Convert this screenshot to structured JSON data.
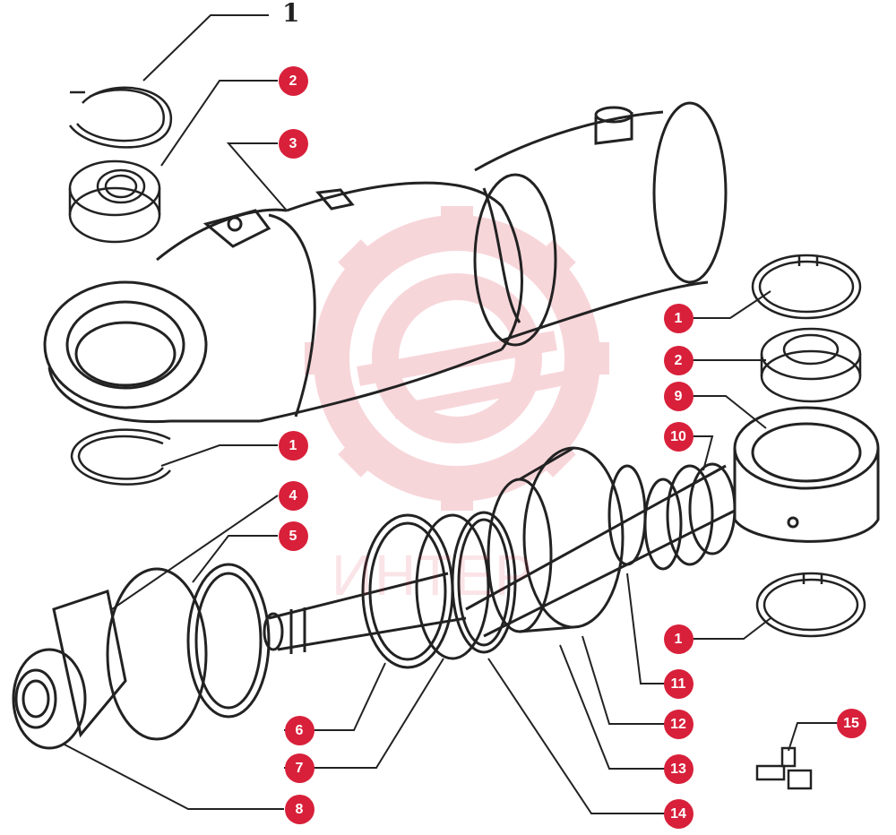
{
  "diagram": {
    "top_label": "1",
    "watermark_text": "ИНТЕР",
    "callouts": [
      "2",
      "3",
      "1",
      "2",
      "9",
      "10",
      "1",
      "4",
      "5",
      "11",
      "12",
      "6",
      "7",
      "13",
      "8",
      "14",
      "15"
    ],
    "accent_color": "#d8203a",
    "line_color": "#222222"
  }
}
